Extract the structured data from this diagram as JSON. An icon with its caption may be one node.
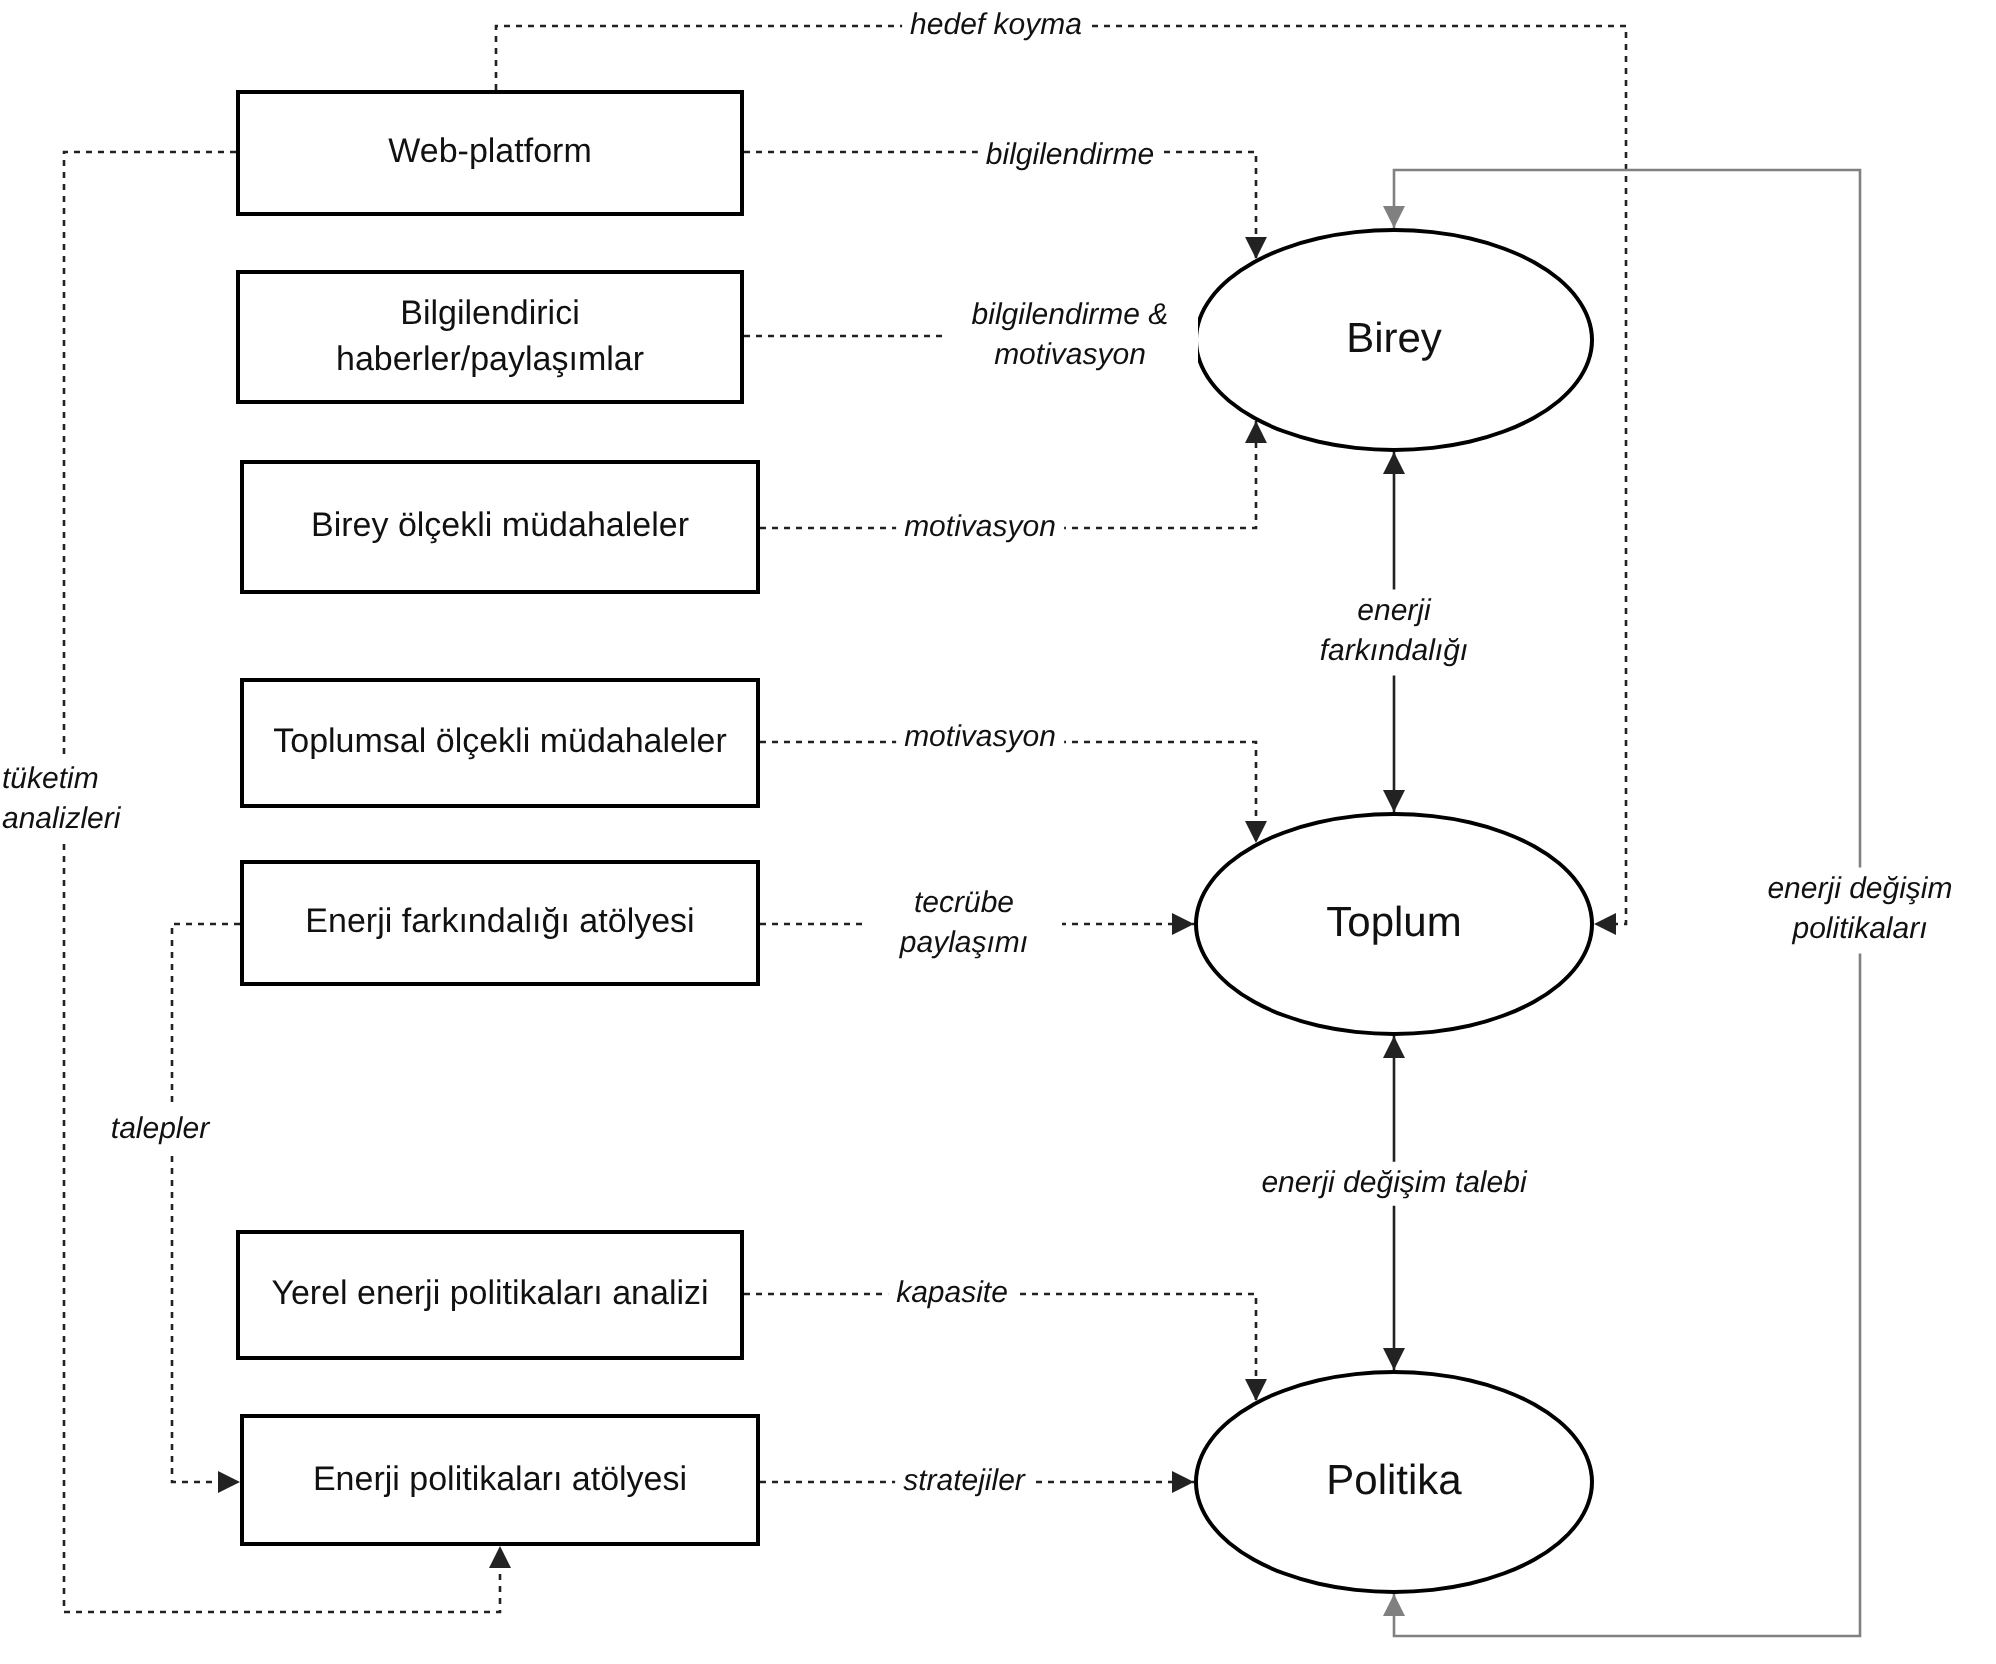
{
  "diagram": {
    "nodes": [
      {
        "text": [
          "Web-platform"
        ]
      },
      {
        "text": [
          "Bilgilendirici haberler/paylaşımlar"
        ]
      },
      {
        "text": [
          "Birey ölçekli müdahaleler"
        ]
      },
      {
        "text": [
          "Toplumsal ölçekli müdahaleler"
        ]
      },
      {
        "text": [
          "Enerji farkındalığı atölyesi"
        ]
      },
      {
        "text": [
          "Yerel enerji politikaları analizi"
        ]
      },
      {
        "text": [
          "Enerji politikaları atölyesi"
        ]
      },
      {
        "text": [
          "Birey"
        ]
      },
      {
        "text": [
          "Toplum"
        ]
      },
      {
        "text": [
          "Politika"
        ]
      }
    ],
    "edges": [
      {
        "from": 0,
        "to": 7,
        "arrow": "to",
        "label": "bilgilendirme",
        "style": "dashed"
      },
      {
        "from": 1,
        "to": 7,
        "arrow": "to",
        "label": "bilgilendirme & motivasyon",
        "style": "dashed"
      },
      {
        "from": 2,
        "to": 7,
        "arrow": "to",
        "label": "motivasyon",
        "style": "dashed"
      },
      {
        "from": 0,
        "to": 8,
        "arrow": "to",
        "label": "hedef koyma",
        "style": "dashed"
      },
      {
        "from": 0,
        "to": 6,
        "arrow": "to",
        "label": "tüketim analizleri",
        "style": "dashed"
      },
      {
        "from": 3,
        "to": 8,
        "arrow": "to",
        "label": "motivasyon",
        "style": "dashed"
      },
      {
        "from": 4,
        "to": 8,
        "arrow": "to",
        "label": "tecrübe paylaşımı",
        "style": "dashed"
      },
      {
        "from": 4,
        "to": 6,
        "arrow": "to",
        "label": "talepler",
        "style": "dashed"
      },
      {
        "from": 5,
        "to": 9,
        "arrow": "to",
        "label": "kapasite",
        "style": "dashed"
      },
      {
        "from": 6,
        "to": 9,
        "arrow": "to",
        "label": "stratejiler",
        "style": "dashed"
      },
      {
        "from": 8,
        "to": 7,
        "arrow": "both",
        "label": "enerji farkındalığı"
      },
      {
        "from": 9,
        "to": 8,
        "arrow": "both",
        "label": "enerji değişim talebi"
      },
      {
        "from": 9,
        "to": 7,
        "arrow": "both",
        "label": "enerji değişim politikaları",
        "color": "#808080"
      }
    ]
  }
}
